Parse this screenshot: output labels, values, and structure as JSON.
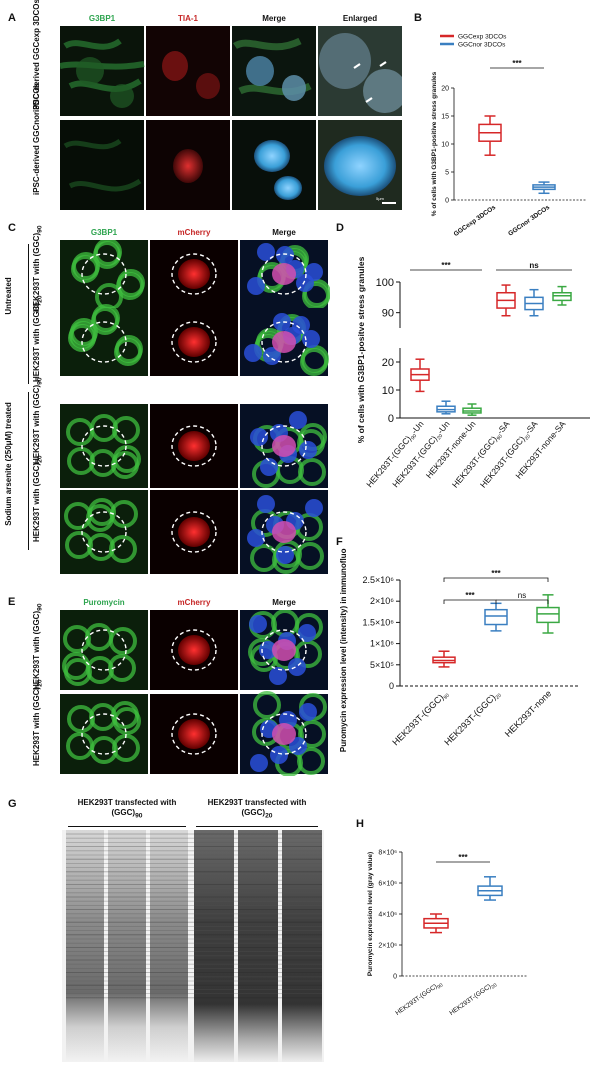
{
  "panel_labels": {
    "A": "A",
    "B": "B",
    "C": "C",
    "D": "D",
    "E": "E",
    "F": "F",
    "G": "G",
    "H": "H"
  },
  "panelA": {
    "headers": [
      "G3BP1",
      "TIA-1",
      "Merge",
      "Enlarged"
    ],
    "rows": [
      "iPSC-derived GGCexp 3DCOs",
      "iPSC-derived GGCnor 3DCOs"
    ],
    "scale": "5μm"
  },
  "panelC": {
    "headers": [
      "G3BP1",
      "mCherry",
      "Merge"
    ],
    "group_untreated": "Untreated",
    "group_sa": "Sodium arsenite (250μM) treated",
    "row_base": "HEK293T with (GGC)",
    "row_subs": [
      "90",
      "20",
      "90",
      "20"
    ]
  },
  "panelE": {
    "headers": [
      "Puromycin",
      "mCherry",
      "Merge"
    ],
    "row_base": "HEK293T with (GGC)",
    "row_subs": [
      "90",
      "20"
    ]
  },
  "panelG": {
    "header_left": "HEK293T transfected with (GGC)",
    "header_left_sub": "90",
    "header_right": "HEK293T transfected with (GGC)",
    "header_right_sub": "20"
  },
  "chart_data": [
    {
      "panel": "B",
      "type": "box",
      "ylabel": "% of cells with G3BP1-positive stress granules",
      "ylim": [
        0,
        20
      ],
      "yticks": [
        0,
        5,
        10,
        15,
        20
      ],
      "categories": [
        "GGCexp 3DCOs",
        "GGCnor 3DCOs"
      ],
      "legend": [
        "GGCexp 3DCOs",
        "GGCnor 3DCOs"
      ],
      "colors": [
        "#d62728",
        "#3a7fc1"
      ],
      "boxes": [
        {
          "min": 8,
          "q1": 10.5,
          "median": 12,
          "q3": 13.5,
          "max": 15
        },
        {
          "min": 1.2,
          "q1": 1.9,
          "median": 2.3,
          "q3": 2.7,
          "max": 3.2
        }
      ],
      "significance": [
        {
          "pair": [
            0,
            1
          ],
          "label": "***"
        }
      ]
    },
    {
      "panel": "D",
      "type": "box",
      "ylabel": "% of cells with G3BP1-positve stress granules",
      "broken_axis": true,
      "lower_ylim": [
        0,
        25
      ],
      "lower_yticks": [
        0,
        10,
        20
      ],
      "upper_ylim": [
        85,
        100
      ],
      "upper_yticks": [
        90,
        100
      ],
      "categories": [
        "HEK293T-(GGC)90-Un",
        "HEK293T-(GGC)20-Un",
        "HEK293T-none-Un",
        "HEK293T-(GGC)90-SA",
        "HEK293T-(GGC)20-SA",
        "HEK293T-none-SA"
      ],
      "category_parts": [
        [
          "HEK293T-(GGC)",
          "90",
          "-Un"
        ],
        [
          "HEK293T-(GGC)",
          "20",
          "-Un"
        ],
        [
          "HEK293T-none-Un",
          "",
          ""
        ],
        [
          "HEK293T-(GGC)",
          "90",
          "-SA"
        ],
        [
          "HEK293T-(GGC)",
          "20",
          "-SA"
        ],
        [
          "HEK293T-none-SA",
          "",
          ""
        ]
      ],
      "colors": [
        "#d62728",
        "#3a7fc1",
        "#3aa843",
        "#d62728",
        "#3a7fc1",
        "#3aa843"
      ],
      "boxes": [
        {
          "min": 9.5,
          "q1": 13.5,
          "median": 15.5,
          "q3": 17.5,
          "max": 21
        },
        {
          "min": 1.5,
          "q1": 2.2,
          "median": 3,
          "q3": 4.2,
          "max": 6
        },
        {
          "min": 1,
          "q1": 1.8,
          "median": 2.5,
          "q3": 3.5,
          "max": 5
        },
        {
          "min": 89,
          "q1": 91.5,
          "median": 94,
          "q3": 96.5,
          "max": 99
        },
        {
          "min": 89,
          "q1": 91,
          "median": 93,
          "q3": 95,
          "max": 97.5
        },
        {
          "min": 92.5,
          "q1": 94,
          "median": 95.5,
          "q3": 96.5,
          "max": 98.5
        }
      ],
      "significance": [
        {
          "pair": [
            0,
            2
          ],
          "label": "***"
        },
        {
          "pair": [
            3,
            5
          ],
          "label": "ns"
        }
      ]
    },
    {
      "panel": "F",
      "type": "box",
      "ylabel": "Puromycin expression level (intensity) in immunofluorescence",
      "ylim": [
        0,
        2500000
      ],
      "ytick_values": [
        0,
        500000,
        1000000,
        1500000,
        2000000,
        2500000
      ],
      "ytick_labels": [
        "0",
        "5×10⁵",
        "1×10⁶",
        "1.5×10⁶",
        "2×10⁶",
        "2.5×10⁶"
      ],
      "categories": [
        "HEK293T-(GGC)90",
        "HEK293T-(GGC)20",
        "HEK293T-none"
      ],
      "category_parts": [
        [
          "HEK293T-(GGC)",
          "90"
        ],
        [
          "HEK293T-(GGC)",
          "20"
        ],
        [
          "HEK293T-none",
          ""
        ]
      ],
      "colors": [
        "#d62728",
        "#3a7fc1",
        "#3aa843"
      ],
      "boxes": [
        {
          "min": 450000,
          "q1": 550000,
          "median": 600000,
          "q3": 680000,
          "max": 820000
        },
        {
          "min": 1300000,
          "q1": 1450000,
          "median": 1650000,
          "q3": 1800000,
          "max": 1950000
        },
        {
          "min": 1250000,
          "q1": 1500000,
          "median": 1700000,
          "q3": 1850000,
          "max": 2150000
        }
      ],
      "significance": [
        {
          "pair": [
            0,
            2
          ],
          "label": "***"
        },
        {
          "pair": [
            0,
            1
          ],
          "label": "***"
        },
        {
          "pair": [
            1,
            2
          ],
          "label": "ns"
        }
      ]
    },
    {
      "panel": "H",
      "type": "box",
      "ylabel": "Puromycin expression level (gray value)",
      "ylim": [
        0,
        8000000
      ],
      "ytick_values": [
        0,
        2000000,
        4000000,
        6000000,
        8000000
      ],
      "ytick_labels": [
        "0",
        "2×10⁶",
        "4×10⁶",
        "6×10⁶",
        "8×10⁶"
      ],
      "categories": [
        "HEK293T-(GGC)90",
        "HEK293T-(GGC)20"
      ],
      "category_parts": [
        [
          "HEK293T-(GGC)",
          "90"
        ],
        [
          "HEK293T-(GGC)",
          "20"
        ]
      ],
      "colors": [
        "#d62728",
        "#3a7fc1"
      ],
      "boxes": [
        {
          "min": 2800000,
          "q1": 3100000,
          "median": 3400000,
          "q3": 3700000,
          "max": 4000000
        },
        {
          "min": 4900000,
          "q1": 5200000,
          "median": 5500000,
          "q3": 5800000,
          "max": 6400000
        }
      ],
      "significance": [
        {
          "pair": [
            0,
            1
          ],
          "label": "***"
        }
      ]
    }
  ]
}
